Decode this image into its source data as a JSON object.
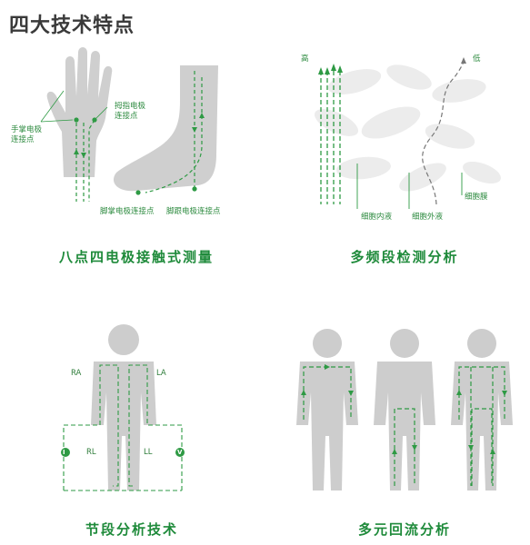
{
  "title": "四大技术特点",
  "colors": {
    "accent": "#2e9a44",
    "body_gray": "#cdcdcd",
    "title_text": "#3a3a3a",
    "caption_green": "#1e8a3a"
  },
  "panels": [
    {
      "caption": "八点四电极接触式测量",
      "labels": {
        "palm": [
          "手掌电极",
          "连接点"
        ],
        "thumb": [
          "拇指电极",
          "连接点"
        ],
        "sole": "脚掌电极连接点",
        "heel": "脚跟电极连接点"
      }
    },
    {
      "caption": "多频段检测分析",
      "labels": {
        "high": "高",
        "low": "低",
        "intracellular": "细胞内液",
        "extracellular": "细胞外液",
        "membrane": "细胞膜"
      }
    },
    {
      "caption": "节段分析技术",
      "labels": {
        "ra": "RA",
        "la": "LA",
        "rl": "RL",
        "ll": "LL",
        "i_marker": "I",
        "v_marker": "V"
      }
    },
    {
      "caption": "多元回流分析"
    }
  ]
}
